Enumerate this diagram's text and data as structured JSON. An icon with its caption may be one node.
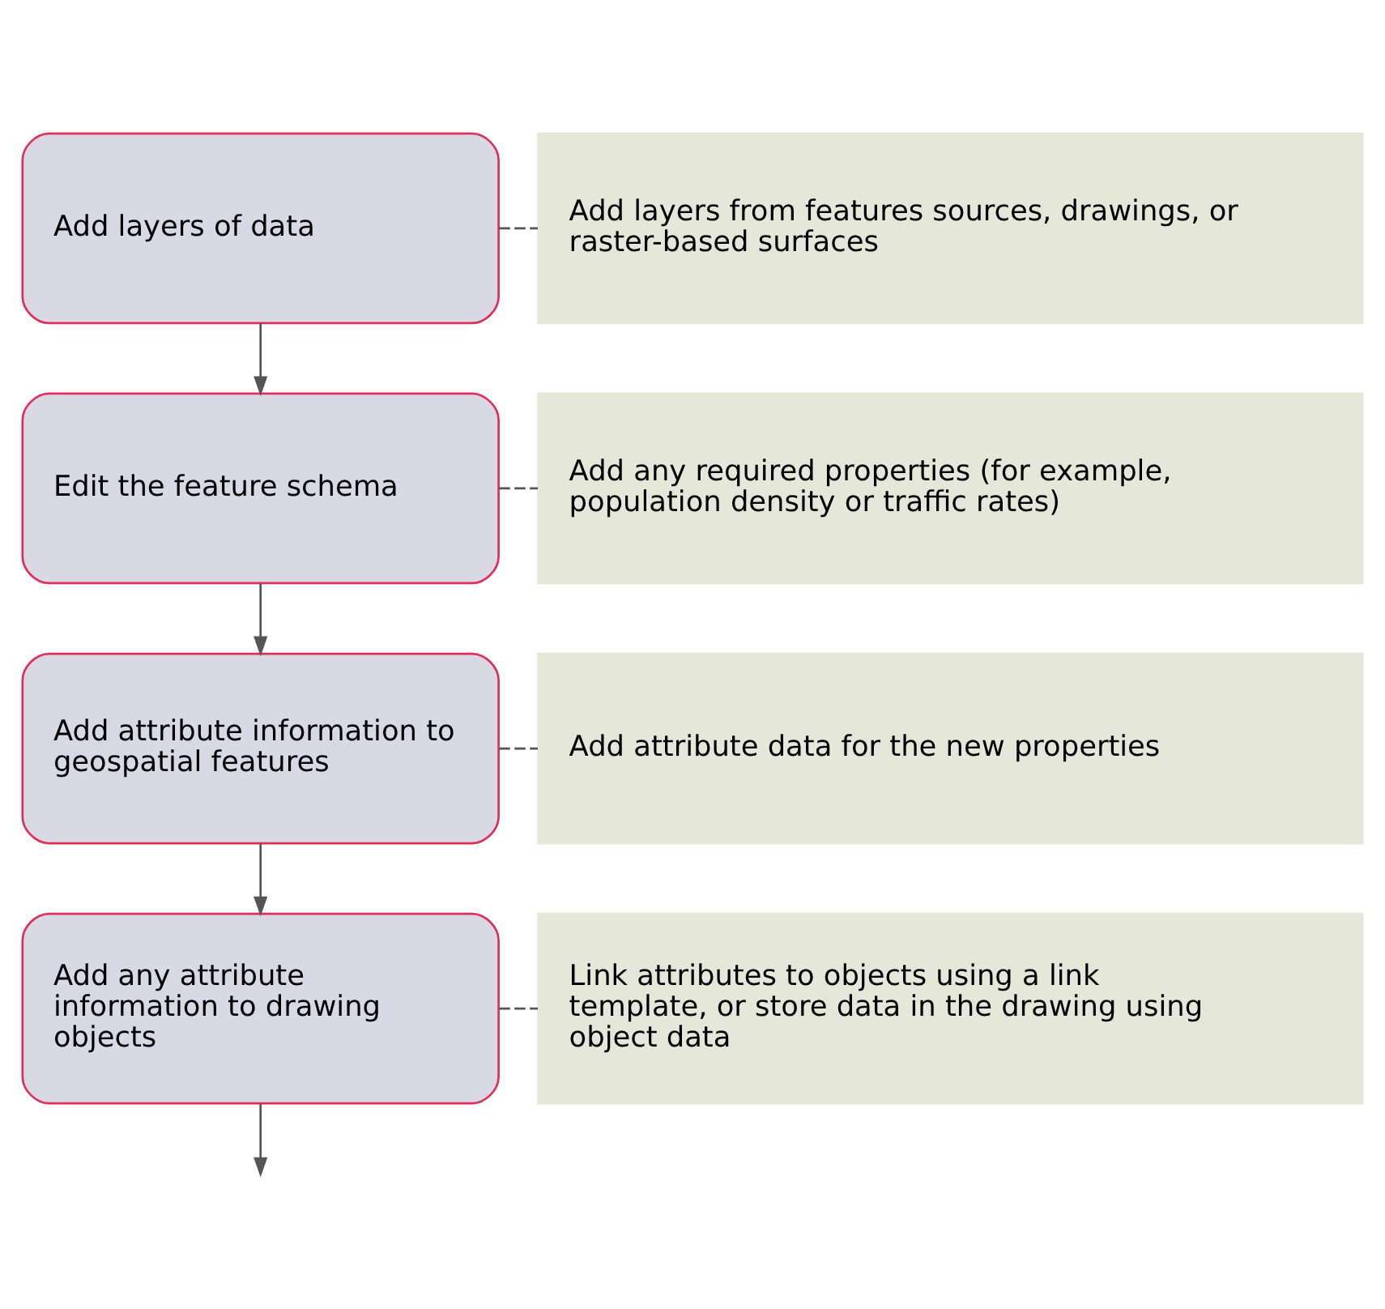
{
  "diagram": {
    "nodes": [
      {
        "text": [
          "Add layers of data"
        ]
      },
      {
        "text": [
          "Add layers from features sources, drawings, or raster-based surfaces"
        ]
      },
      {
        "text": [
          "Edit the feature schema"
        ]
      },
      {
        "text": [
          "Add any required properties (for example, population density or traffic rates)"
        ]
      },
      {
        "text": [
          "Add attribute information to geospatial features"
        ]
      },
      {
        "text": [
          "Add attribute data for the new properties"
        ]
      },
      {
        "text": [
          "Add any attribute information to drawing objects"
        ]
      },
      {
        "text": [
          "Link attributes to objects using a link template, or store data in the drawing using object data"
        ]
      }
    ],
    "edges": [
      {
        "from": 0,
        "to": 1,
        "arrow": "none",
        "style": "dashed"
      },
      {
        "from": 0,
        "to": 2,
        "arrow": "to"
      },
      {
        "from": 2,
        "to": 3,
        "arrow": "none",
        "style": "dashed"
      },
      {
        "from": 2,
        "to": 4,
        "arrow": "to"
      },
      {
        "from": 4,
        "to": 5,
        "arrow": "none",
        "style": "dashed"
      },
      {
        "from": 4,
        "to": 6,
        "arrow": "to"
      },
      {
        "from": 6,
        "to": 7,
        "arrow": "none",
        "style": "dashed"
      },
      {
        "from": 6,
        "to": null,
        "arrow": "to"
      }
    ]
  }
}
